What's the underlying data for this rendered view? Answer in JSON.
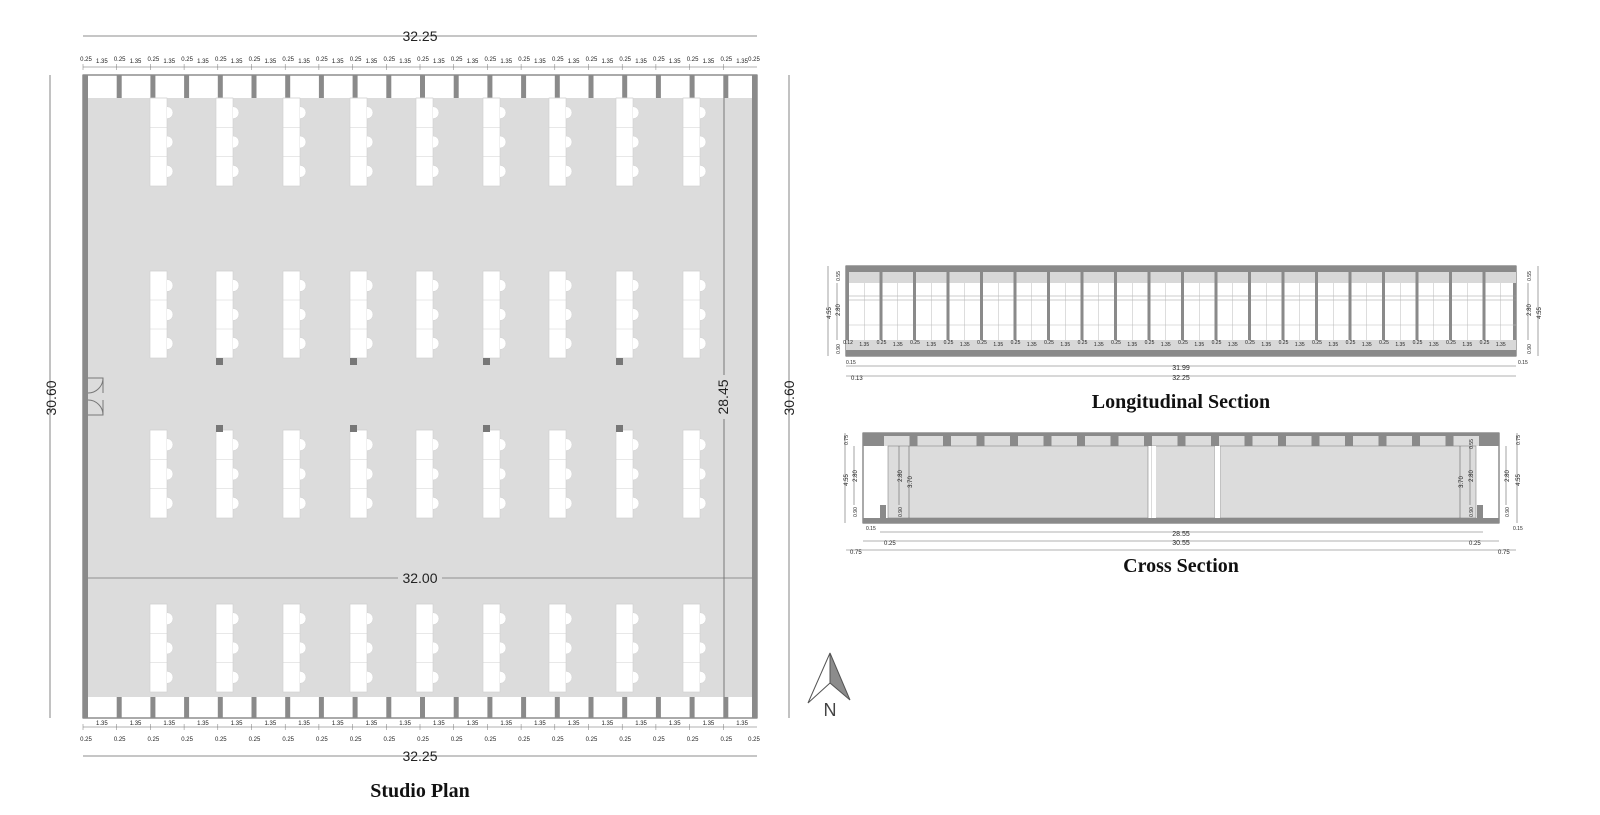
{
  "plan": {
    "title": "Studio Plan",
    "overall_width": "32.25",
    "overall_depth": "30.60",
    "inner_width": "32.00",
    "inner_depth": "28.45",
    "bay_module": "1.35",
    "pier_width": "0.25"
  },
  "north": {
    "label": "N"
  },
  "longitudinal_section": {
    "title": "Longitudinal Section",
    "total_height": "4.55",
    "clerestory_height": "2.80",
    "sill_height": "0.90",
    "top_band": "0.55",
    "slab": "0.15",
    "end_pier": "0.12",
    "bay_module": "1.35",
    "pier_width": "0.25",
    "inner_length": "31.99",
    "overall_length": "32.25",
    "end_offset": "0.13"
  },
  "cross_section": {
    "title": "Cross Section",
    "top_band": "0.75",
    "total_height": "4.55",
    "clerestory_height": "2.80",
    "interior_height": "3.70",
    "sill_height": "0.90",
    "slab": "0.15",
    "upper_opening": "0.55",
    "inner_span": "28.55",
    "overall_span": "30.55",
    "wall": "0.25",
    "outer_offset": "0.75"
  }
}
